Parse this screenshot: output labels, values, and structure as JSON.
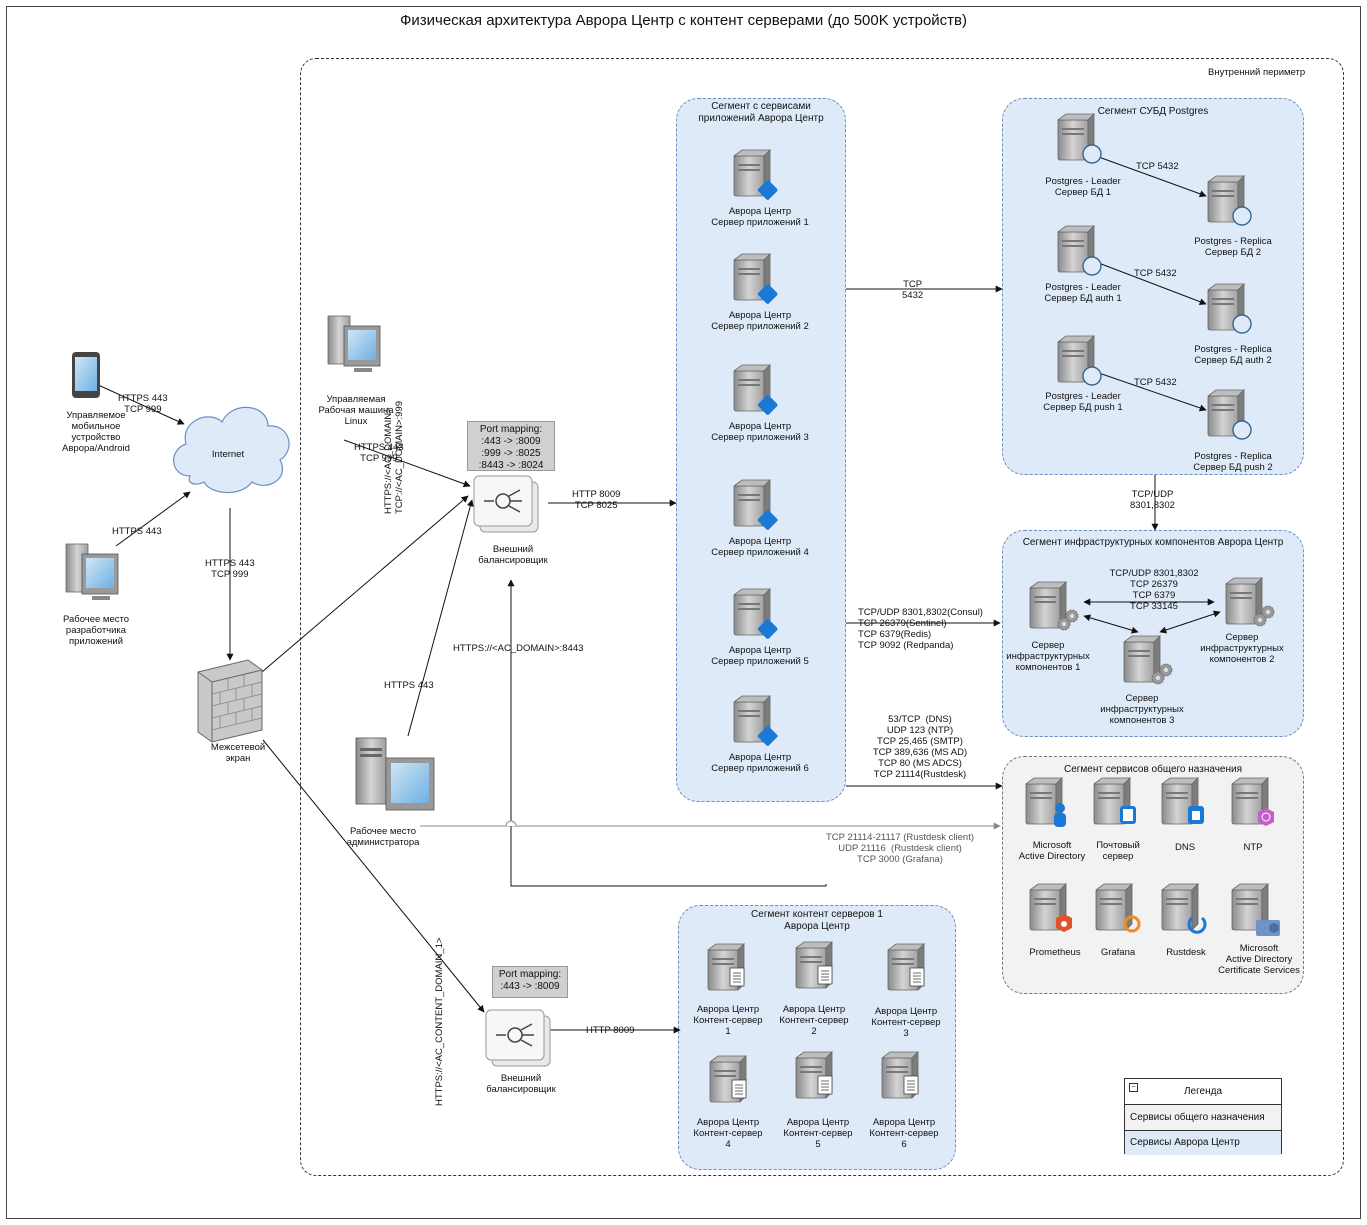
{
  "title": "Физическая архитектура  Аврора Центр с контент серверами (до 500K устройств)",
  "perimeter_label": "Внутренний периметр",
  "clients": {
    "mobile": "Управляемое\nмобильное\nустройство\nАврора/Android",
    "mobile_conn": "HTTPS 443\nTCP 999",
    "dev": "Рабочее место\nразработчика\nприложений",
    "dev_conn": "HTTPS 443",
    "internet": "Internet",
    "internet_conn": "HTTPS 443\nTCP 999",
    "firewall": "Межсетевой\nэкран",
    "linux": "Управляемая\nРабочая машина\nLinux",
    "linux_conn": "HTTPS 443\nTCP 999",
    "admin": "Рабочее место\nадминистратора",
    "admin_conn": "HTTPS 443"
  },
  "lb1": {
    "portmap": "Port mapping:\n:443 -> :8009\n:999 -> :8025\n:8443 -> :8024",
    "label": "Внешний\nбалансировщик",
    "in_conn": "HTTPS://<AC_DOMAIN>\nTCP://<AC_DOMAIN>:999",
    "out_conn": "HTTP 8009\nTCP 8025",
    "content_conn": "HTTPS://<AC_DOMAIN>:8443"
  },
  "lb2": {
    "portmap": "Port mapping:\n:443 -> :8009",
    "label": "Внешний\nбалансировщик",
    "in_conn": "HTTPS://<AC_CONTENT_DOMAIN_1>",
    "out_conn": "HTTP 8009"
  },
  "app_segment": {
    "title": "Сегмент с сервисами\nприложений Аврора Центр",
    "servers": [
      "Аврора Центр\nСервер приложений 1",
      "Аврора Центр\nСервер приложений 2",
      "Аврора Центр\nСервер приложений 3",
      "Аврора Центр\nСервер приложений 4",
      "Аврора Центр\nСервер приложений 5",
      "Аврора Центр\nСервер приложений 6"
    ]
  },
  "db_segment": {
    "title": "Сегмент СУБД Postgres",
    "leaders": [
      "Postgres - Leader\nСервер БД 1",
      "Postgres - Leader\nСервер БД auth 1",
      "Postgres - Leader\nСервер БД push 1"
    ],
    "replicas": [
      "Postgres - Replica\nСервер БД 2",
      "Postgres - Replica\nСервер БД auth 2",
      "Postgres - Replica\nСервер БД push 2"
    ],
    "repl_conn": "TCP 5432"
  },
  "app_to_db": "TCP\n5432",
  "db_to_infra": "TCP/UDP\n8301,8302",
  "infra_segment": {
    "title": "Сегмент инфраструктурных компонентов Аврора Центр",
    "servers": [
      "Сервер\nинфраструктурных\nкомпонентов 1",
      "Сервер\nинфраструктурных\nкомпонентов 2",
      "Сервер\nинфраструктурных\nкомпонентов 3"
    ],
    "mesh_conn": "TCP/UDP 8301,8302\nTCP 26379\nTCP 6379\nTCP 33145"
  },
  "app_to_infra": "TCP/UDP 8301,8302(Consul)\nTCP 26379(Sentinel)\nTCP 6379(Redis)\nTCP 9092 (Redpanda)",
  "app_to_common": "53/TCP  (DNS)\nUDP 123 (NTP)\nTCP 25,465 (SMTP)\nTCP 389,636 (MS AD)\nTCP 80 (MS ADCS)\nTCP 21114(Rustdesk)",
  "admin_to_common": "TCP 21114-21117 (Rustdesk client)\nUDP 21116  (Rustdesk client)\nTCP 3000 (Grafana)",
  "common_segment": {
    "title": "Сегмент сервисов общего назначения",
    "services": [
      "Microsoft\nActive Directory",
      "Почтовый\nсервер",
      "DNS",
      "NTP",
      "Prometheus",
      "Grafana",
      "Rustdesk",
      "Microsoft\nActive Directory\nCertificate Services"
    ]
  },
  "content_segment": {
    "title": "Сегмент контент серверов 1\nАврора Центр",
    "servers": [
      "Аврора Центр\nКонтент-сервер\n1",
      "Аврора Центр\nКонтент-сервер\n2",
      "Аврора Центр\nКонтент-сервер\n3",
      "Аврора Центр\nКонтент-сервер\n4",
      "Аврора Центр\nКонтент-сервер\n5",
      "Аврора Центр\nКонтент-сервер\n6"
    ]
  },
  "legend": {
    "title": "Легенда",
    "common": "Сервисы общего назначения",
    "aurora": "Сервисы Аврора Центр"
  },
  "colors": {
    "aurora_fill": "#dfeaf9",
    "common_fill": "#f2f2f2",
    "badge_blue": "#1a78d6",
    "badge_ntp": "#c060c8",
    "badge_prom": "#e0522c",
    "badge_grafana": "#f28a1f"
  }
}
